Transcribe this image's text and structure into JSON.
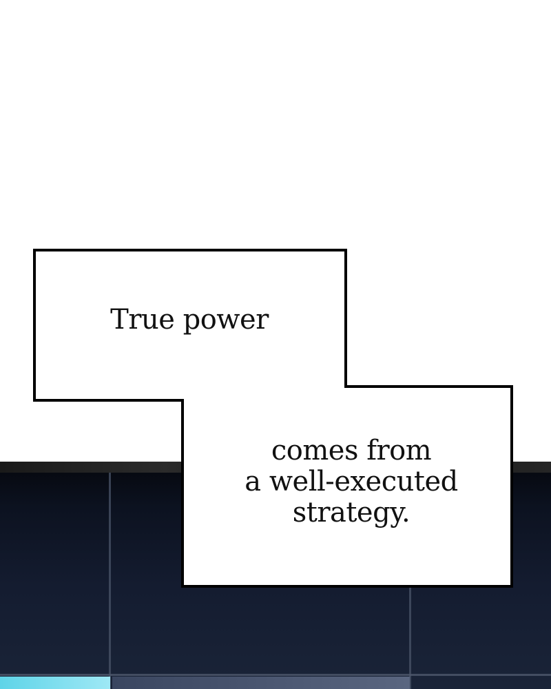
{
  "captions": {
    "first": "True power",
    "second_lines": [
      "comes from",
      "a well-executed",
      "strategy."
    ]
  },
  "colors": {
    "page_background": "#ffffff",
    "bubble_fill": "#ffffff",
    "bubble_stroke": "#000000",
    "text": "#111111",
    "scene_dark": "#0c1220",
    "scene_glow": "#5fd4e8"
  }
}
